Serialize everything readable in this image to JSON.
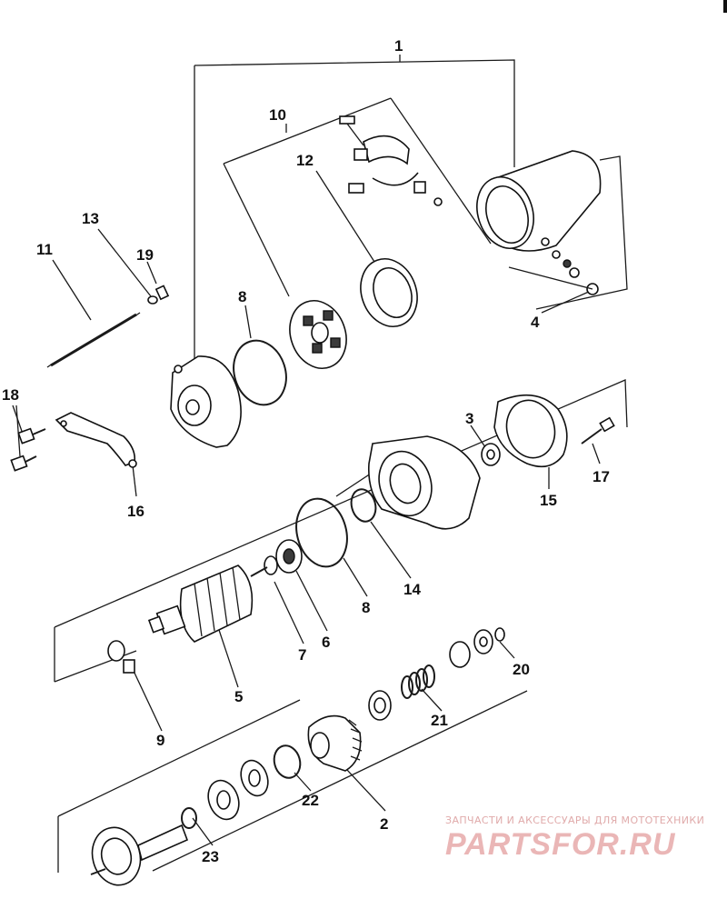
{
  "callouts": {
    "c1": "1",
    "c2": "2",
    "c3": "3",
    "c4": "4",
    "c5": "5",
    "c6": "6",
    "c7": "7",
    "c8a": "8",
    "c8b": "8",
    "c9": "9",
    "c10": "10",
    "c11": "11",
    "c12": "12",
    "c13": "13",
    "c14": "14",
    "c15": "15",
    "c16": "16",
    "c17": "17",
    "c18": "18",
    "c19": "19",
    "c20": "20",
    "c21": "21",
    "c22": "22",
    "c23": "23"
  },
  "watermark": {
    "tagline": "ЗАПЧАСТИ И АКСЕССУАРЫ ДЛЯ МОТОТЕХНИКИ",
    "logo": "PARTSFOR.RU"
  }
}
